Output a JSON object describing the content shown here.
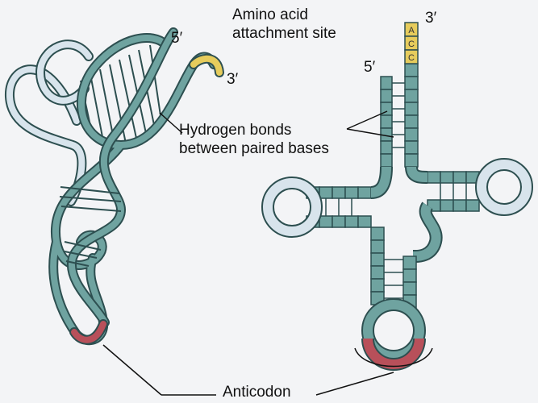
{
  "labels": {
    "amino_line1": "Amino acid",
    "amino_line2": "attachment site",
    "five_prime": "5′",
    "three_prime": "3′",
    "hbonds_line1": "Hydrogen bonds",
    "hbonds_line2": "between paired bases",
    "anticodon": "Anticodon"
  },
  "acc_bases": [
    "A",
    "C",
    "C"
  ],
  "colors": {
    "strand": "#6fa3a0",
    "outline": "#2d4f50",
    "loop_light": "#d8e4ec",
    "anticodon": "#b8505a",
    "acc_tail": "#e6cc5c"
  }
}
